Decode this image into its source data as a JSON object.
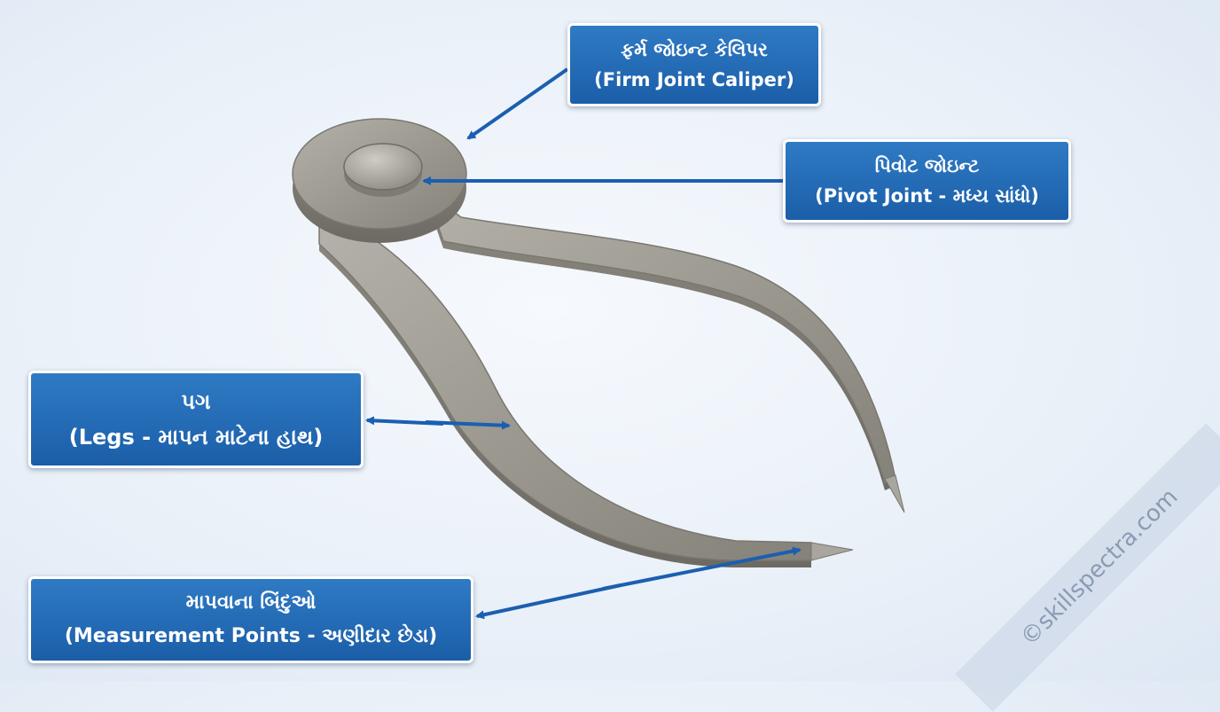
{
  "labels": {
    "firm_joint": {
      "gujarati": "ફર્મ જોઇન્ટ કેલિપર",
      "english": "(Firm Joint Caliper)"
    },
    "pivot_joint": {
      "gujarati": "પિવોટ જોઇન્ટ",
      "english": "(Pivot Joint - મધ્ય સાંધો)"
    },
    "legs": {
      "gujarati": "પગ",
      "english": "(Legs - માપન માટેના હાથ)"
    },
    "measurement_points": {
      "gujarati": "માપવાના બિંદુઓ",
      "english": "(Measurement Points - અણીદાર છેડા)"
    }
  },
  "watermark": "©skillspectra.com",
  "colors": {
    "label_bg": "#1f63ad",
    "arrow": "#1b5fb0",
    "metal": "#9e9b94",
    "background": "#eaf0f8"
  }
}
